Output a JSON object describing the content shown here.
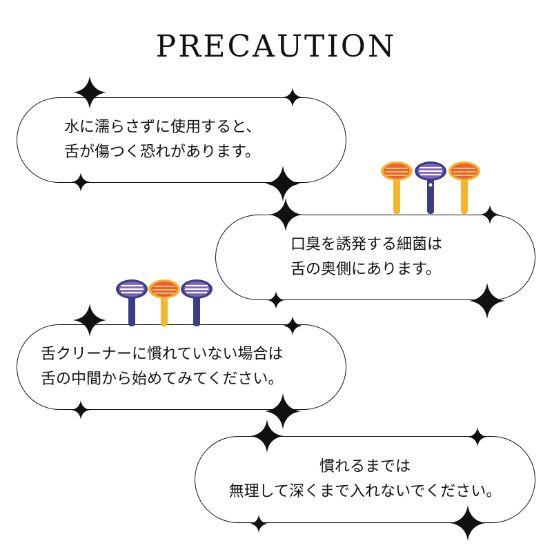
{
  "title": "PRECAUTION",
  "cards": [
    {
      "lines": [
        "水に濡らさずに使用すると、",
        "舌が傷つく恐れがあります。"
      ]
    },
    {
      "lines": [
        "口臭を誘発する細菌は",
        "舌の奥側にあります。"
      ]
    },
    {
      "lines": [
        "舌クリーナーに慣れていない場合は",
        "舌の中間から始めてみてください。"
      ]
    },
    {
      "lines": [
        "慣れるまでは",
        "無理して深くまで入れないでください。"
      ]
    }
  ],
  "colors": {
    "text": "#111111",
    "orange_head": "#e8603a",
    "yellow_handle": "#f2b52c",
    "purple_head": "#7b63b8",
    "navy_handle": "#3b3d86"
  },
  "icons": [
    "sparkle-icon",
    "tongue-cleaner-icon"
  ]
}
